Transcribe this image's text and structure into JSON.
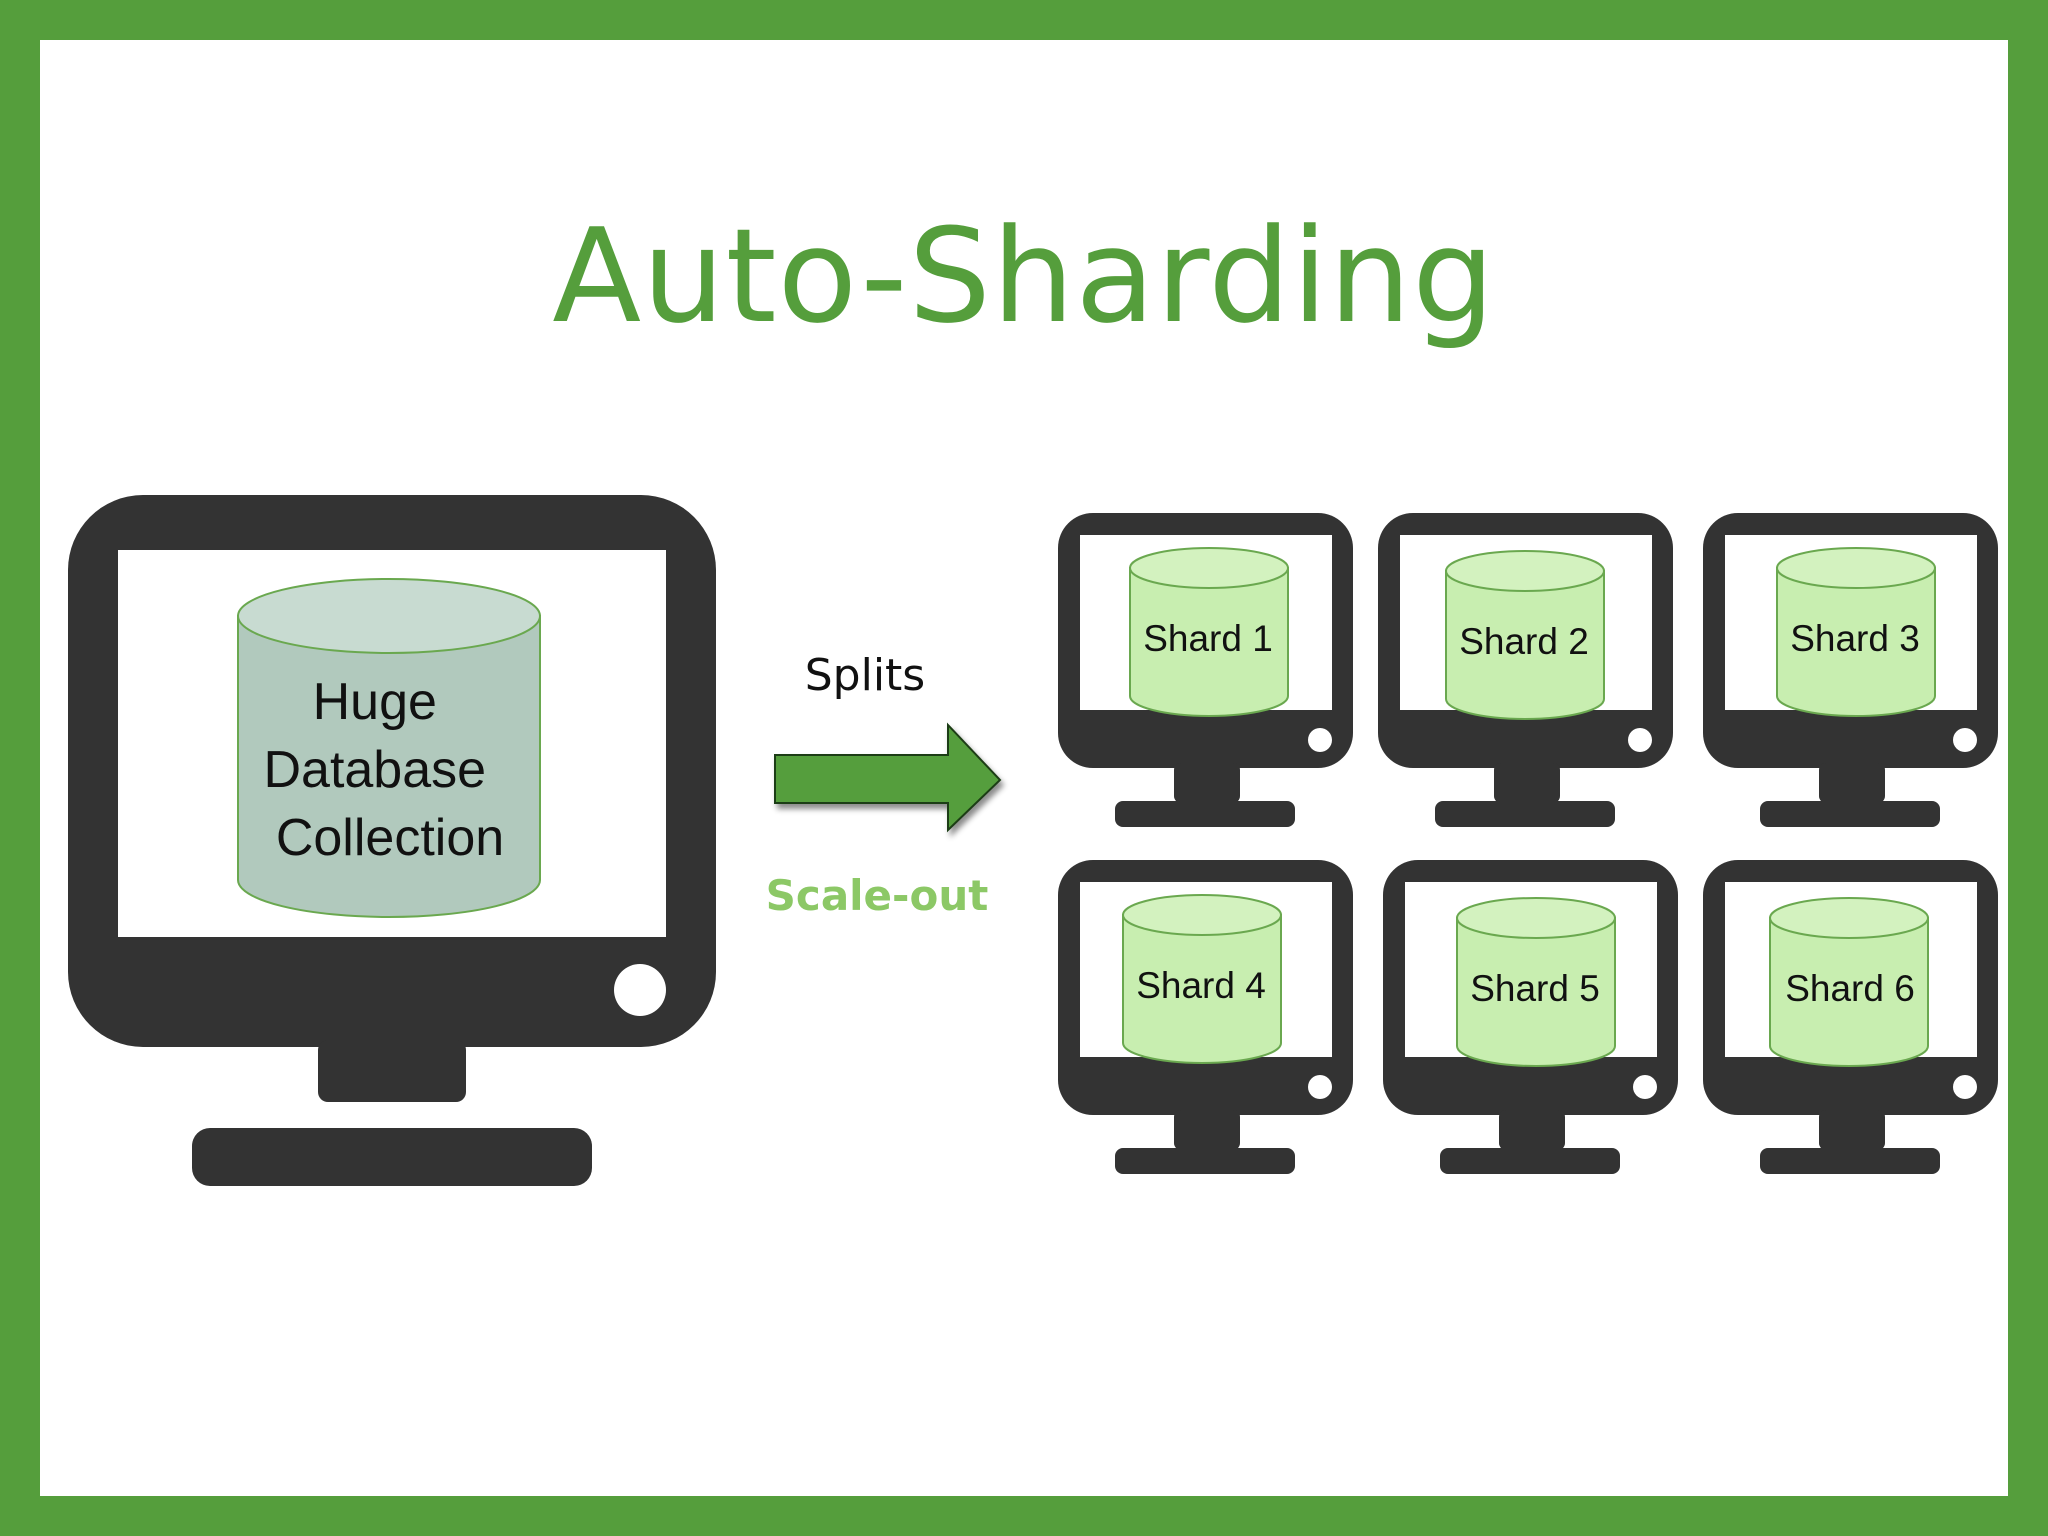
{
  "title": "Auto-Sharding",
  "source": {
    "label_lines": [
      "Huge",
      "Database",
      "Collection"
    ]
  },
  "arrow": {
    "label_top": "Splits",
    "label_bottom": "Scale-out"
  },
  "shards": [
    {
      "label": "Shard 1"
    },
    {
      "label": "Shard 2"
    },
    {
      "label": "Shard 3"
    },
    {
      "label": "Shard 4"
    },
    {
      "label": "Shard 5"
    },
    {
      "label": "Shard 6"
    }
  ],
  "colors": {
    "frame": "#559e3c",
    "title": "#559e3c",
    "monitor": "#333333",
    "big_db_fill": "#b1c9bd",
    "shard_fill": "#c8eeb0",
    "db_stroke": "#6aa84f",
    "arrow_fill": "#559e3c",
    "scaleout_text": "#8cc866"
  },
  "icons": {
    "monitor": "desktop-monitor-icon",
    "database": "database-cylinder-icon",
    "arrow": "right-arrow-icon"
  }
}
